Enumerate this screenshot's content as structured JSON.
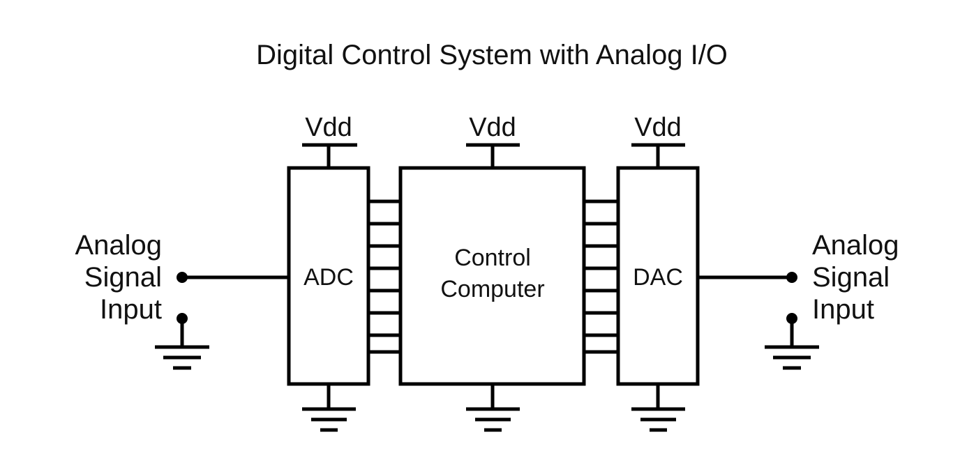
{
  "title": "Digital Control System with Analog I/O",
  "supplies": {
    "adc": "Vdd",
    "computer": "Vdd",
    "dac": "Vdd"
  },
  "blocks": {
    "adc": "ADC",
    "computer_line1": "Control",
    "computer_line2": "Computer",
    "dac": "DAC"
  },
  "left_terminal": {
    "line1": "Analog",
    "line2": "Signal",
    "line3": "Input"
  },
  "right_terminal": {
    "line1": "Analog",
    "line2": "Signal",
    "line3": "Input"
  },
  "icons": {
    "ground": "ground-icon",
    "supply": "vdd-supply-icon",
    "terminal": "terminal-dot-icon"
  }
}
